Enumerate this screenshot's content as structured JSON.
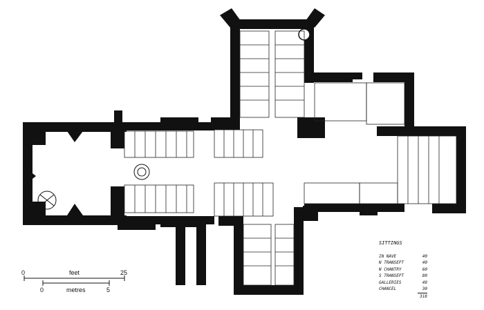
{
  "scale": {
    "feet_label": "feet",
    "feet_start": "0",
    "feet_end": "25",
    "metres_label": "metres",
    "metres_start": "0",
    "metres_end": "5"
  },
  "sittings": {
    "title": "SITTINGS",
    "rows": [
      {
        "label": "IN NAVE",
        "value": "40"
      },
      {
        "label": "N TRANSEPT",
        "value": "40"
      },
      {
        "label": "N CHANTRY",
        "value": "60"
      },
      {
        "label": "S TRANSEPT",
        "value": "80"
      },
      {
        "label": "GALLERIES",
        "value": "49"
      },
      {
        "label": "CHANCEL",
        "value": "30"
      }
    ],
    "total": "318"
  }
}
